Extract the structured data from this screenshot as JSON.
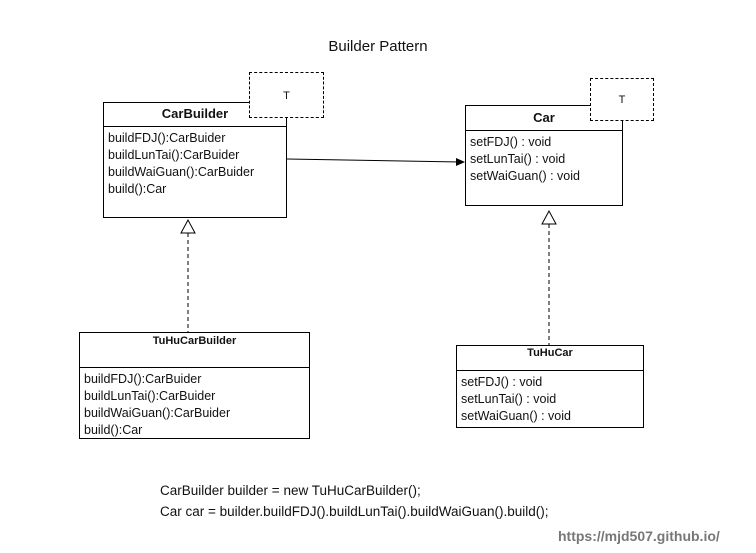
{
  "title": "Builder Pattern",
  "classes": {
    "car_builder": {
      "name": "CarBuilder",
      "type_param": "T",
      "operations": [
        "buildFDJ():CarBuider",
        "buildLunTai():CarBuider",
        "buildWaiGuan():CarBuider",
        "build():Car"
      ]
    },
    "car": {
      "name": "Car",
      "type_param": "T",
      "operations": [
        "setFDJ() : void",
        "setLunTai() : void",
        "setWaiGuan() : void"
      ]
    },
    "tuhu_car_builder": {
      "name": "TuHuCarBuilder",
      "operations": [
        "buildFDJ():CarBuider",
        "buildLunTai():CarBuider",
        "buildWaiGuan():CarBuider",
        "build():Car"
      ]
    },
    "tuhu_car": {
      "name": "TuHuCar",
      "operations": [
        "setFDJ() : void",
        "setLunTai() : void",
        "setWaiGuan() : void"
      ]
    }
  },
  "code": [
    "CarBuilder builder = new TuHuCarBuilder();",
    "Car car = builder.buildFDJ().buildLunTai().buildWaiGuan().build();"
  ],
  "watermark": "https://mjd507.github.io/"
}
